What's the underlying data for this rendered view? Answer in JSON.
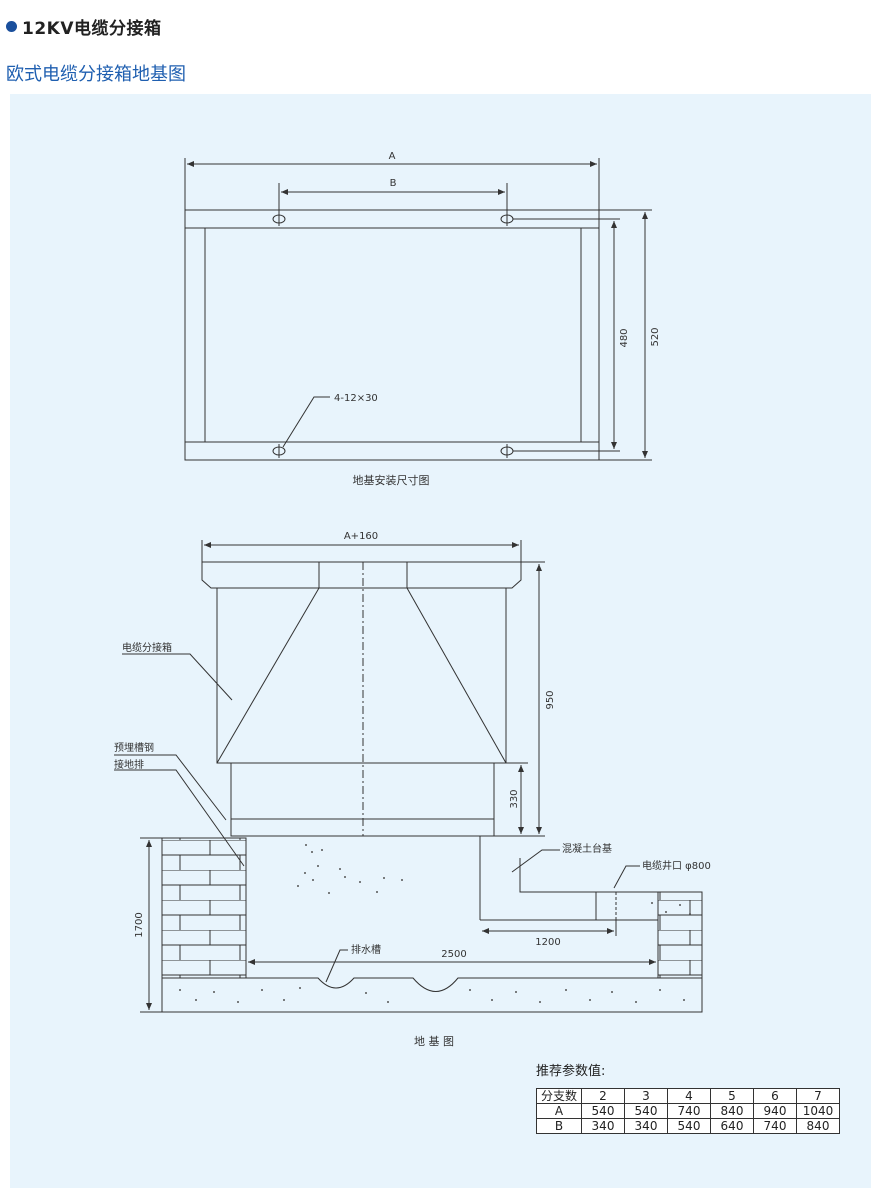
{
  "header": {
    "title": "12KV电缆分接箱"
  },
  "subtitle": "欧式电缆分接箱地基图",
  "diagram1": {
    "dim_a": "A",
    "dim_b": "B",
    "dim_480": "480",
    "dim_520": "520",
    "hole_label": "4-12×30",
    "caption": "地基安装尺寸图"
  },
  "diagram2": {
    "dim_top": "A+160",
    "dim_950": "950",
    "dim_330": "330",
    "dim_1700": "1700",
    "dim_1200": "1200",
    "dim_2500": "2500",
    "label_box": "电缆分接箱",
    "label_channel": "预埋槽钢",
    "label_ground": "接地排",
    "label_concrete": "混凝土台基",
    "label_well": "电缆井口 φ800",
    "label_drain": "排水槽",
    "caption": "地 基 图"
  },
  "params": {
    "title": "推荐参数值:",
    "header": [
      "分支数",
      "2",
      "3",
      "4",
      "5",
      "6",
      "7"
    ],
    "rows": [
      [
        "A",
        "540",
        "540",
        "740",
        "840",
        "940",
        "1040"
      ],
      [
        "B",
        "340",
        "340",
        "540",
        "640",
        "740",
        "840"
      ]
    ]
  }
}
